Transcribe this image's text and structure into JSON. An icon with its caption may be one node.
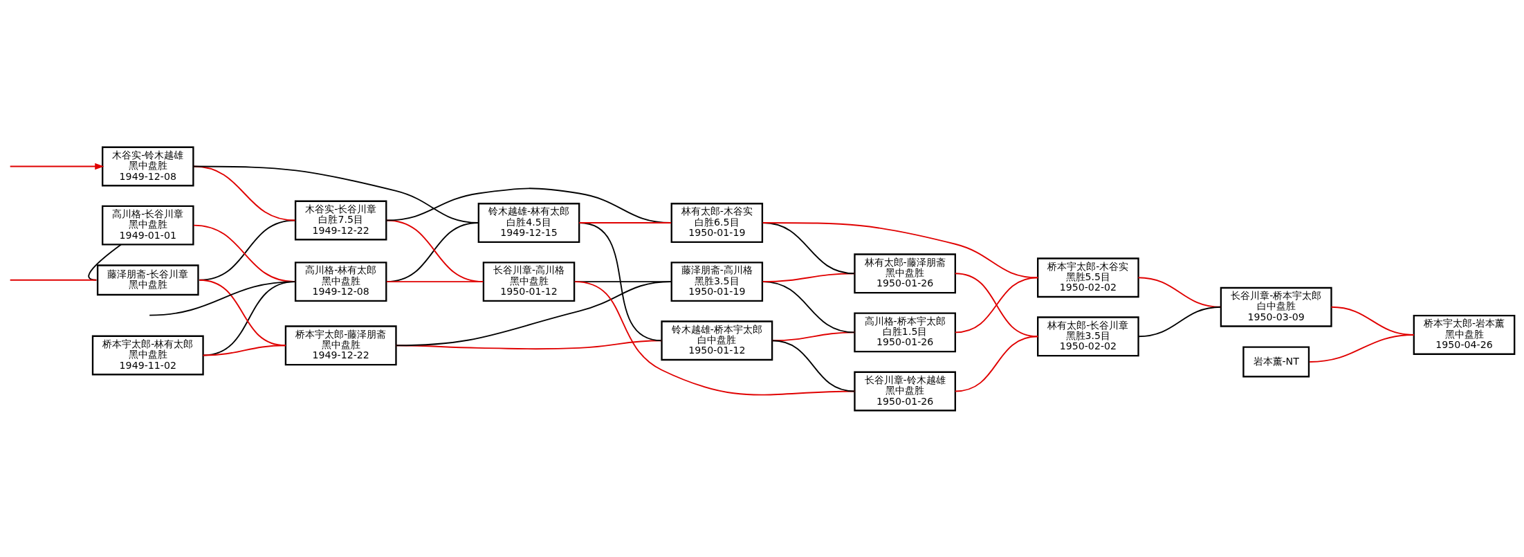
{
  "diagram": {
    "nodes": [
      {
        "text": [
          "桥本宇太郎-林有太郎",
          "黑中盘胜",
          "1949-11-02"
        ]
      },
      {
        "text": [
          "藤泽朋斋-长谷川章",
          "黑中盘胜"
        ]
      },
      {
        "text": [
          "高川格-长谷川章",
          "黑中盘胜",
          "1949-01-01"
        ]
      },
      {
        "text": [
          "木谷实-铃木越雄",
          "黑中盘胜",
          "1949-12-08"
        ]
      },
      {
        "text": [
          "高川格-林有太郎",
          "黑中盘胜",
          "1949-12-08"
        ]
      },
      {
        "text": [
          "木谷实-长谷川章",
          "白胜7.5目",
          "1949-12-22"
        ]
      },
      {
        "text": [
          "桥本宇太郎-藤泽朋斋",
          "黑中盘胜",
          "1949-12-22"
        ]
      },
      {
        "text": [
          "铃木越雄-林有太郎",
          "白胜4.5目",
          "1949-12-15"
        ]
      },
      {
        "text": [
          "长谷川章-高川格",
          "黑中盘胜",
          "1950-01-12"
        ]
      },
      {
        "text": [
          "铃木越雄-桥本宇太郎",
          "白中盘胜",
          "1950-01-12"
        ]
      },
      {
        "text": [
          "藤泽朋斋-高川格",
          "黑胜3.5目",
          "1950-01-19"
        ]
      },
      {
        "text": [
          "林有太郎-木谷实",
          "白胜6.5目",
          "1950-01-19"
        ]
      },
      {
        "text": [
          "高川格-桥本宇太郎",
          "白胜1.5目",
          "1950-01-26"
        ]
      },
      {
        "text": [
          "林有太郎-藤泽朋斋",
          "黑中盘胜",
          "1950-01-26"
        ]
      },
      {
        "text": [
          "长谷川章-铃木越雄",
          "黑中盘胜",
          "1950-01-26"
        ]
      },
      {
        "text": [
          "桥本宇太郎-木谷实",
          "黑胜5.5目",
          "1950-02-02"
        ]
      },
      {
        "text": [
          "林有太郎-长谷川章",
          "黑胜3.5目",
          "1950-02-02"
        ]
      },
      {
        "text": [
          "长谷川章-桥本宇太郎",
          "白中盘胜",
          "1950-03-09"
        ]
      },
      {
        "text": [
          "岩本薰-NT"
        ]
      },
      {
        "text": [
          "桥本宇太郎-岩本薰",
          "黑中盘胜",
          "1950-04-26"
        ]
      }
    ],
    "edges": [
      {
        "from": null,
        "to": 1,
        "arrow": "none"
      },
      {
        "from": null,
        "to": 3,
        "arrow": "to"
      },
      {
        "from": null,
        "to": 4,
        "arrow": "none",
        "color": "#000000"
      },
      {
        "from": 0,
        "to": 6,
        "arrow": "none"
      },
      {
        "from": 0,
        "to": 4,
        "arrow": "none",
        "color": "#000000"
      },
      {
        "from": 1,
        "to": 6,
        "arrow": "none"
      },
      {
        "from": 1,
        "to": 5,
        "arrow": "none",
        "color": "#000000"
      },
      {
        "from": 2,
        "to": 4,
        "arrow": "none"
      },
      {
        "from": 2,
        "to": 1,
        "arrow": "none",
        "color": "#000000"
      },
      {
        "from": 3,
        "to": 7,
        "arrow": "none",
        "color": "#000000"
      },
      {
        "from": 3,
        "to": 5,
        "arrow": "none"
      },
      {
        "from": 4,
        "to": 7,
        "arrow": "none",
        "color": "#000000"
      },
      {
        "from": 4,
        "to": 8,
        "arrow": "none"
      },
      {
        "from": 5,
        "to": 8,
        "arrow": "none"
      },
      {
        "from": 5,
        "to": 11,
        "arrow": "none",
        "color": "#000000"
      },
      {
        "from": 6,
        "to": 9,
        "arrow": "none"
      },
      {
        "from": 6,
        "to": 10,
        "arrow": "none",
        "color": "#000000"
      },
      {
        "from": 7,
        "to": 9,
        "arrow": "none",
        "color": "#000000"
      },
      {
        "from": 7,
        "to": 11,
        "arrow": "none"
      },
      {
        "from": 8,
        "to": 10,
        "arrow": "none",
        "color": "#000000"
      },
      {
        "from": 8,
        "to": 14,
        "arrow": "none"
      },
      {
        "from": 9,
        "to": 12,
        "arrow": "none"
      },
      {
        "from": 9,
        "to": 14,
        "arrow": "none",
        "color": "#000000"
      },
      {
        "from": 10,
        "to": 12,
        "arrow": "none",
        "color": "#000000"
      },
      {
        "from": 10,
        "to": 13,
        "arrow": "none"
      },
      {
        "from": 11,
        "to": 15,
        "arrow": "none"
      },
      {
        "from": 11,
        "to": 13,
        "arrow": "none",
        "color": "#000000"
      },
      {
        "from": 12,
        "to": 15,
        "arrow": "none"
      },
      {
        "from": 13,
        "to": 16,
        "arrow": "none"
      },
      {
        "from": 14,
        "to": 16,
        "arrow": "none"
      },
      {
        "from": 15,
        "to": 17,
        "arrow": "none"
      },
      {
        "from": 16,
        "to": 17,
        "arrow": "none",
        "color": "#000000"
      },
      {
        "from": 17,
        "to": 19,
        "arrow": "none"
      },
      {
        "from": 18,
        "to": 19,
        "arrow": "none"
      }
    ]
  }
}
